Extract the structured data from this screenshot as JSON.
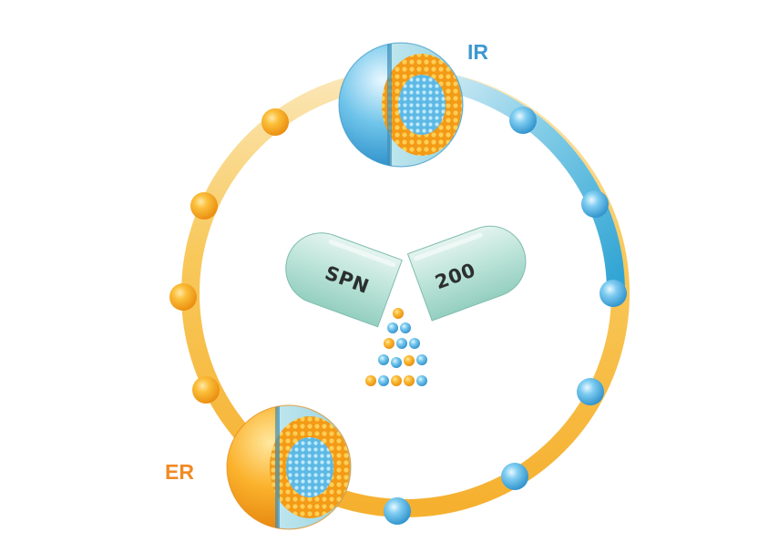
{
  "labels": {
    "ir": "IR",
    "er": "ER"
  },
  "capsule": {
    "left_text": "SPN",
    "right_text": "200"
  },
  "colors": {
    "ir_blue": "#3d98d2",
    "er_orange": "#f08a24",
    "ring_orange": "#f7c24d",
    "ring_blue": "#5dbde0",
    "capsule_mint": "#bfe6dc",
    "bead_orange": "#f6a31b",
    "bead_blue": "#62bde8"
  },
  "icons": {
    "ir_bead": "ir-bead-sphere-icon",
    "er_bead": "er-bead-sphere-icon",
    "capsule": "open-capsule-icon"
  }
}
